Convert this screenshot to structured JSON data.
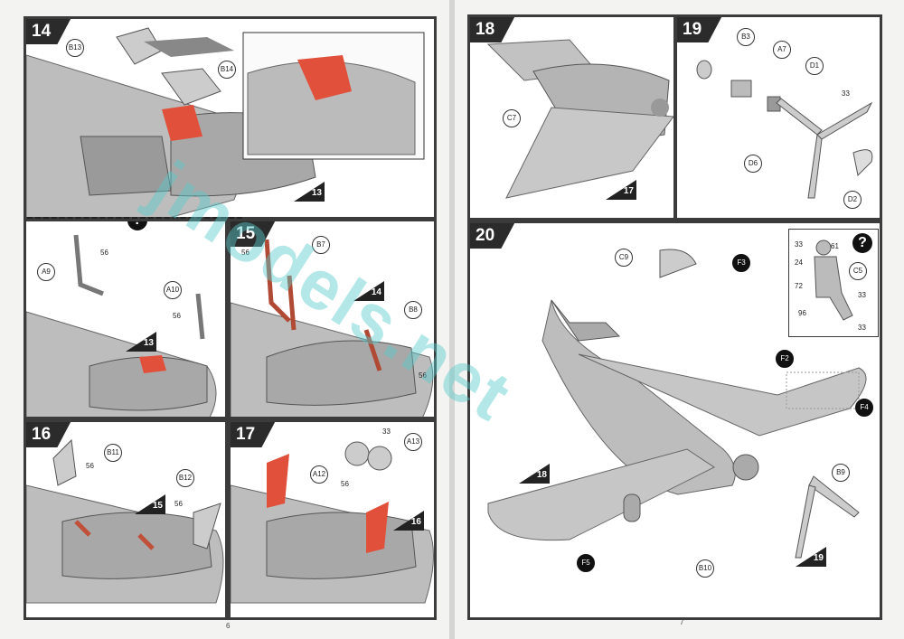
{
  "watermark": "jmodels.net",
  "left_page": {
    "page_number": "6",
    "steps": {
      "s14": {
        "number": "14",
        "parts": [
          "B13",
          "B14"
        ],
        "ref": "13"
      },
      "s14b": {
        "ref": "13",
        "parts": [
          "A9",
          "A10"
        ],
        "labels": [
          "56",
          "56"
        ]
      },
      "s15": {
        "number": "15",
        "parts": [
          "B7",
          "B8"
        ],
        "labels": [
          "56",
          "56"
        ],
        "ref": "14"
      },
      "s16": {
        "number": "16",
        "parts": [
          "B11",
          "B12"
        ],
        "labels": [
          "56",
          "56"
        ],
        "ref": "15"
      },
      "s17": {
        "number": "17",
        "parts": [
          "A12",
          "A13"
        ],
        "labels": [
          "33",
          "56"
        ],
        "ref": "16"
      }
    }
  },
  "right_page": {
    "page_number": "7",
    "steps": {
      "s18": {
        "number": "18",
        "parts": [
          "C7"
        ],
        "ref": "17"
      },
      "s19": {
        "number": "19",
        "parts": [
          "B3",
          "A7",
          "D1",
          "D6",
          "D2"
        ],
        "labels": [
          "33"
        ]
      },
      "s20": {
        "number": "20",
        "parts": [
          "C9",
          "F3",
          "F2",
          "F4",
          "B9",
          "B10",
          "F5"
        ],
        "refs": [
          "18",
          "19"
        ],
        "inset": {
          "part": "C5",
          "labels": [
            "33",
            "61",
            "24",
            "72",
            "96",
            "33",
            "33"
          ]
        }
      }
    }
  },
  "help_icon_glyph": "?",
  "colors": {
    "frame": "#3b3b3b",
    "highlight": "#e0503a",
    "aircraft": "#b9b9b9",
    "aircraft_dark": "#8a8a8a"
  }
}
